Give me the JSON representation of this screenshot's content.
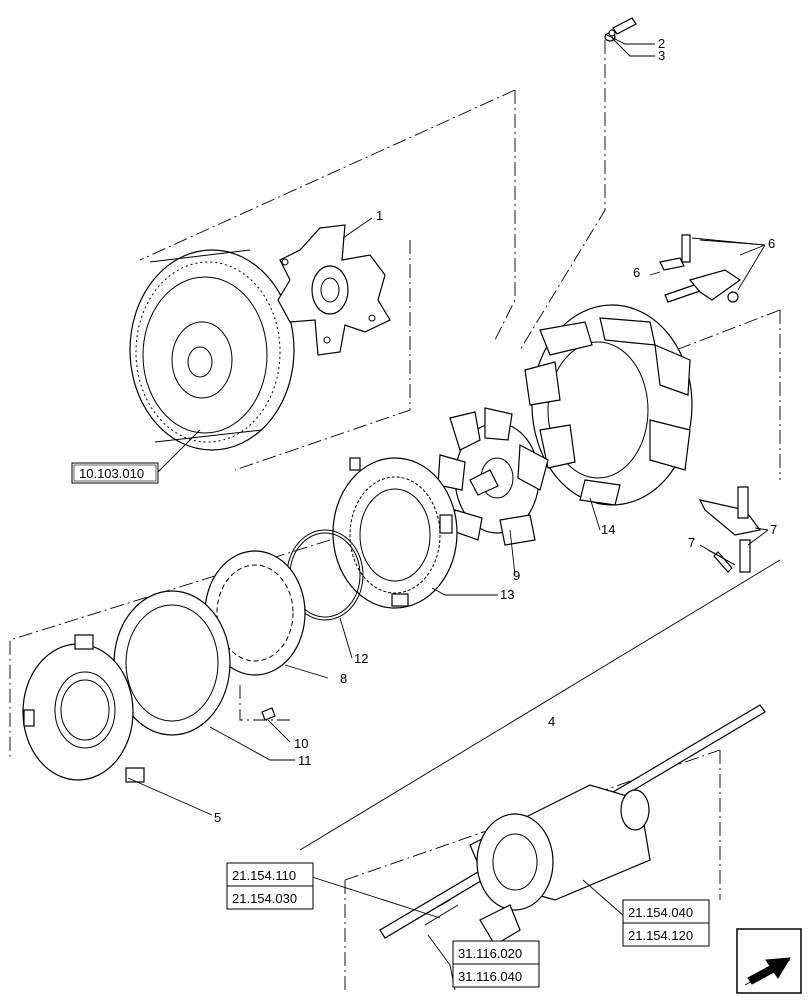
{
  "callouts": {
    "c1": "1",
    "c2": "2",
    "c3": "3",
    "c4": "4",
    "c5": "5",
    "c6a": "6",
    "c6b": "6",
    "c7a": "7",
    "c7b": "7",
    "c8": "8",
    "c9": "9",
    "c10": "10",
    "c11": "11",
    "c12": "12",
    "c13": "13",
    "c14": "14"
  },
  "refs": {
    "flywheel": "10.103.010",
    "r1": "21.154.110",
    "r2": "21.154.030",
    "r3": "21.154.040",
    "r4": "21.154.120",
    "r5": "31.116.020",
    "r6": "31.116.040"
  },
  "icons": {
    "nav": "next-page-arrow-icon"
  }
}
